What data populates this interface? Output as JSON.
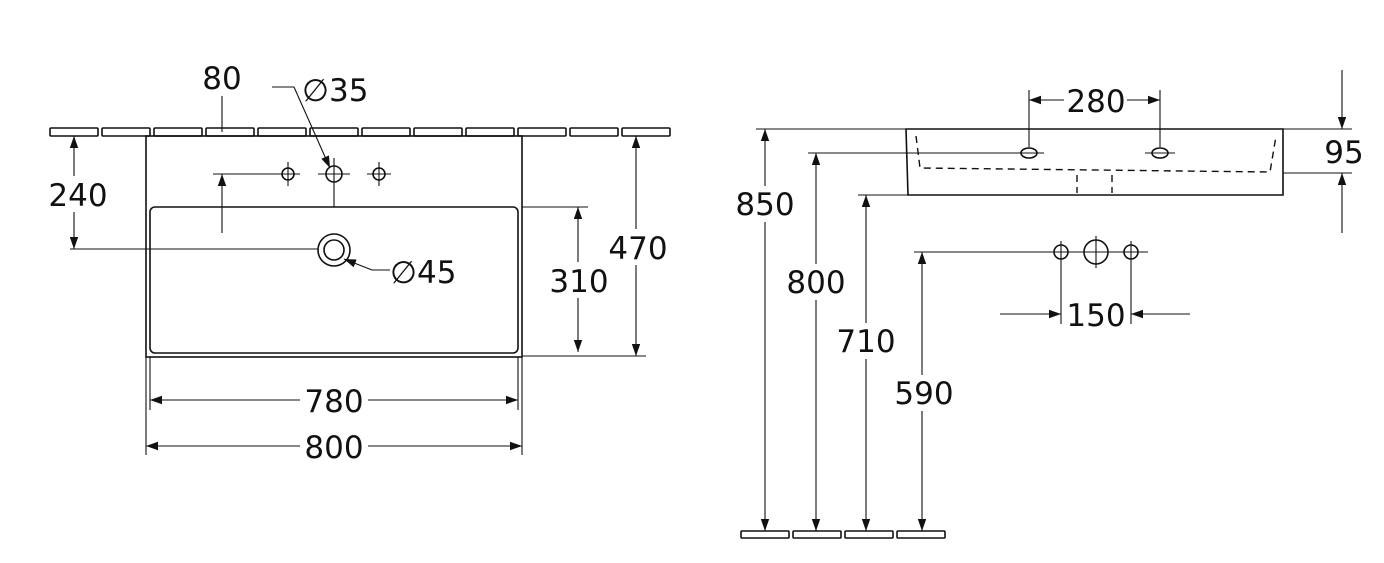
{
  "labels": {
    "top_hole_offset": "80",
    "tap_hole_diameter": "∅35",
    "depth_to_waste": "240",
    "waste_diameter": "∅45",
    "bowl_depth": "310",
    "overall_depth": "470",
    "bowl_width": "780",
    "overall_width": "800",
    "tap_hole_spacing_side": "280",
    "basin_height": "95",
    "rim_height": "850",
    "bowl_bottom_height": "800",
    "underside_height": "710",
    "tap_holes_height": "590",
    "tap_hole_spacing": "150"
  }
}
